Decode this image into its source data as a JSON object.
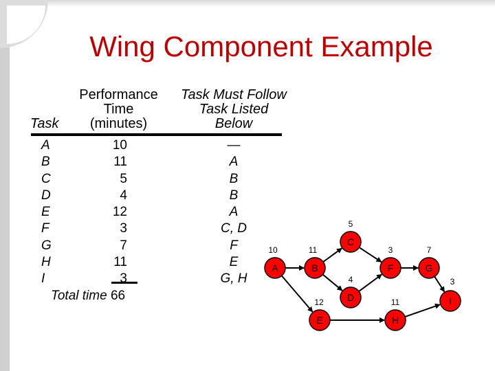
{
  "title": "Wing Component Example",
  "table": {
    "header_task": "Task",
    "header_time": [
      "Performance",
      "Time",
      "(minutes)"
    ],
    "header_follow": [
      "Task Must Follow",
      "Task Listed",
      "Below"
    ],
    "rows": [
      {
        "task": "A",
        "time": "10",
        "follow": "—"
      },
      {
        "task": "B",
        "time": "11",
        "follow": "A"
      },
      {
        "task": "C",
        "time": "5",
        "follow": "B"
      },
      {
        "task": "D",
        "time": "4",
        "follow": "B"
      },
      {
        "task": "E",
        "time": "12",
        "follow": "A"
      },
      {
        "task": "F",
        "time": "3",
        "follow": "C, D"
      },
      {
        "task": "G",
        "time": "7",
        "follow": "F"
      },
      {
        "task": "H",
        "time": "11",
        "follow": "E"
      },
      {
        "task": "I",
        "time": "3",
        "follow": "G, H"
      }
    ],
    "total_label": "Total time",
    "total_value": "66"
  },
  "network": {
    "node_color": "#ff0000",
    "nodes": [
      {
        "id": "A",
        "time": "10"
      },
      {
        "id": "B",
        "time": "11"
      },
      {
        "id": "C",
        "time": "5"
      },
      {
        "id": "D",
        "time": "4"
      },
      {
        "id": "E",
        "time": "12"
      },
      {
        "id": "F",
        "time": "3"
      },
      {
        "id": "G",
        "time": "7"
      },
      {
        "id": "H",
        "time": "11"
      },
      {
        "id": "I",
        "time": "3"
      }
    ],
    "edges": [
      [
        "A",
        "B"
      ],
      [
        "A",
        "E"
      ],
      [
        "B",
        "C"
      ],
      [
        "B",
        "D"
      ],
      [
        "C",
        "F"
      ],
      [
        "D",
        "F"
      ],
      [
        "E",
        "H"
      ],
      [
        "F",
        "G"
      ],
      [
        "G",
        "I"
      ],
      [
        "H",
        "I"
      ]
    ]
  }
}
